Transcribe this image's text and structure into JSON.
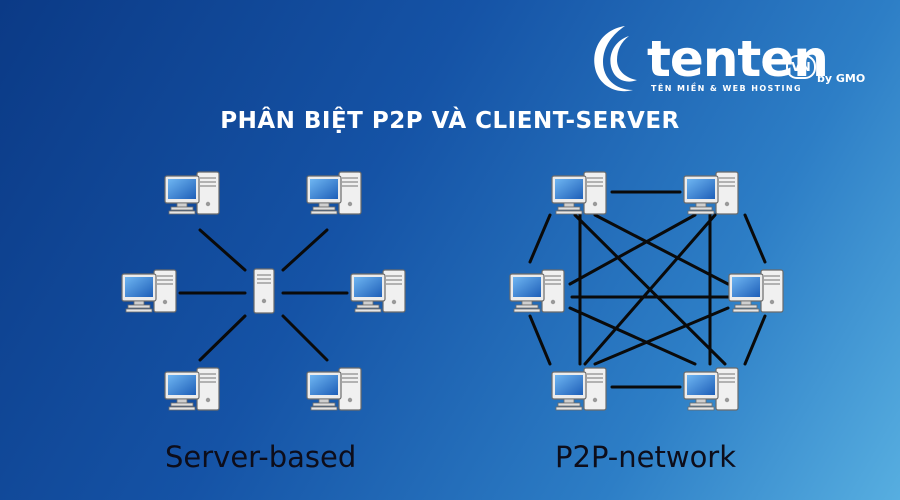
{
  "title": "PHÂN BIỆT P2P VÀ CLIENT-SERVER",
  "logo": {
    "word": "tenten",
    "tld": "VN",
    "by": "by GMO",
    "tagline": "TÊN MIỀN & WEB HOSTING"
  },
  "diagram_left": {
    "caption": "Server-based",
    "center": "server",
    "clients": [
      "top-left",
      "top-right",
      "left",
      "right",
      "bottom-left",
      "bottom-right"
    ]
  },
  "diagram_right": {
    "caption": "P2P-network",
    "peers": [
      "top-left",
      "top-right",
      "left",
      "right",
      "bottom-left",
      "bottom-right"
    ],
    "connections": "all-to-all"
  },
  "colors": {
    "background_start": "#0b3a86",
    "background_end": "#57aee0",
    "screen": "#2f7fd6",
    "line": "#0a0a0a"
  }
}
